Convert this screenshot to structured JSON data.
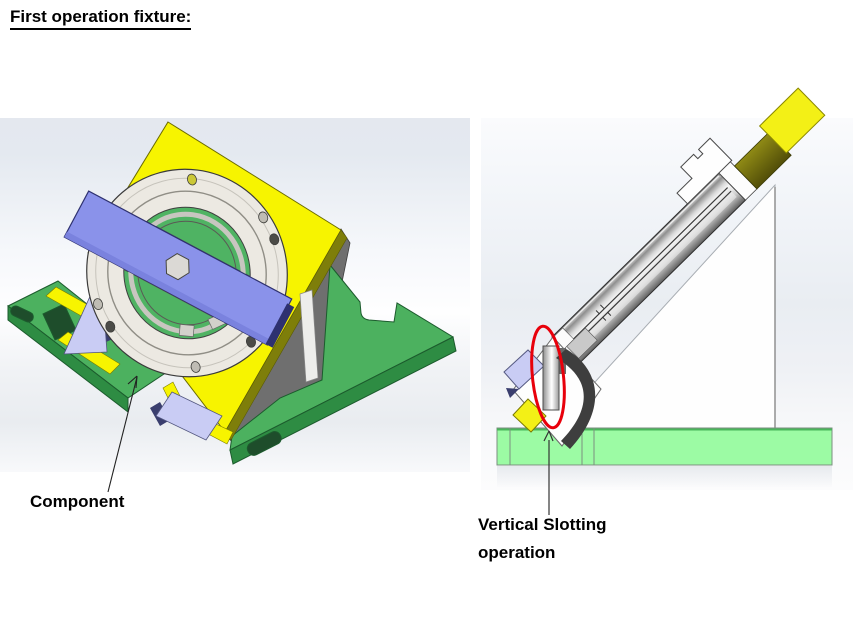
{
  "page": {
    "title": "First operation fixture:",
    "background_color": "#FFFFFF"
  },
  "figures": {
    "isometric_view": {
      "annotation_label": "Component",
      "colors": {
        "base_green": "#4CB15F",
        "angle_plate_gray": "#6F6F6F",
        "face_plate_yellow": "#F7F400",
        "component_flange_white": "#ECE9E2",
        "clamp_bar_blue": "#8A92EA",
        "support_lavender": "#C9CCF4"
      }
    },
    "side_view": {
      "annotation_label_line1": "Vertical Slotting",
      "annotation_label_line2": "operation",
      "colors": {
        "base_green": "#9CFBA4",
        "metal_gray": "#9A9A9A",
        "cap_yellow": "#F3F016",
        "highlight_ellipse_red": "#E8000B"
      }
    }
  }
}
